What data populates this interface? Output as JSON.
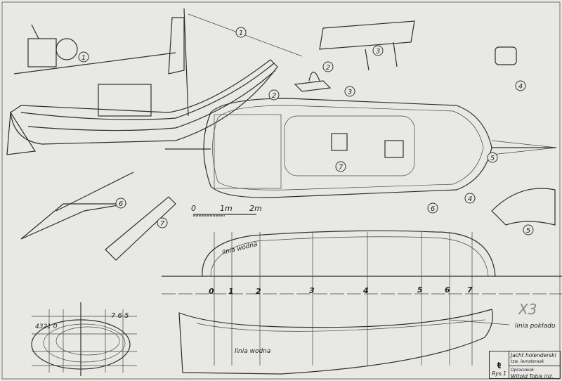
{
  "callouts": {
    "winch": "1",
    "sail_view": "1",
    "cleat_top": "2",
    "deck_cleat": "2",
    "mast_top": "3",
    "rudder": "3",
    "bitts": "4",
    "stern_bitts": "4",
    "bow": "5",
    "block": "5",
    "anchor": "6",
    "deck_6": "6",
    "tiller": "7",
    "hatch_7": "7"
  },
  "scale_bar": {
    "zero": "0",
    "one": "1m",
    "two": "2m"
  },
  "side_plan": {
    "waterline_label": "linia wodna",
    "stations": [
      "0",
      "1",
      "2",
      "3",
      "4",
      "5",
      "6",
      "7"
    ]
  },
  "body_plan": {
    "left_stations": "4321 0",
    "right_stations": "7 6 5"
  },
  "profile": {
    "deck_line_label": "linia pokładu",
    "waterline_label": "linia wodna",
    "scale_note": "X3"
  },
  "title_block": {
    "line1": "Jacht holenderski",
    "line2": "tzw. lemsteraak",
    "author_label": "Opracował:",
    "author": "Witold Tobis inż.",
    "figure": "Rys.1"
  }
}
